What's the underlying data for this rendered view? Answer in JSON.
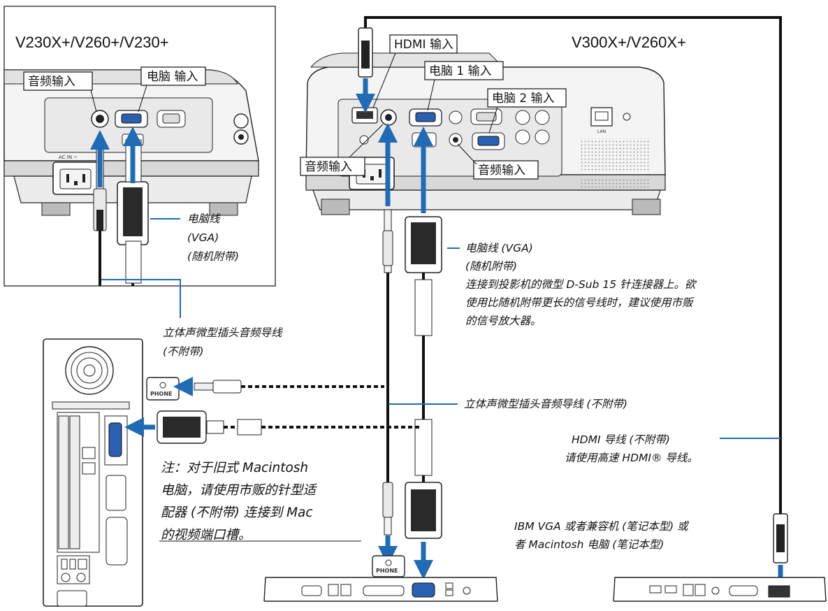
{
  "models": {
    "left": "V230X+/V260+/V230+",
    "right": "V300X+/V260X+"
  },
  "port_labels": {
    "left_audio_in": "音频输入",
    "left_computer_in": "电脑 输入",
    "hdmi_in": "HDMI 输入",
    "computer1_in": "电脑 1 输入",
    "computer2_in": "电脑 2 输入",
    "right_audio_in_1": "音频输入",
    "right_audio_in_2": "音频输入"
  },
  "panel_printed": {
    "ac_in": "AC IN ~",
    "lan": "LAN",
    "phone": "PHONE"
  },
  "callouts": {
    "left_vga_cable": [
      "电脑线",
      "(VGA)",
      "(随机附带)"
    ],
    "left_audio_cable": [
      "立体声微型插头音频导线",
      "(不附带)"
    ],
    "right_vga_cable": [
      "电脑线 (VGA)",
      "(随机附带)",
      "连接到投影机的微型 D-Sub 15 针连接器上。欲",
      "使用比随机附带更长的信号线时，建议使用市贩",
      "的信号放大器。"
    ],
    "right_audio_cable": "立体声微型插头音频导线 (不附带)",
    "hdmi_cable": [
      "HDMI 导线 (不附带)",
      "请使用高速 HDMI® 导线。"
    ],
    "laptop": [
      "IBM VGA 或者兼容机 (笔记本型) 或",
      "者 Macintosh 电脑 (笔记本型)"
    ]
  },
  "note": [
    "注：对于旧式 Macintosh",
    "电脑，请使用市贩的针型适",
    "配器 (不附带) 连接到 Mac",
    "的视频端口槽。"
  ],
  "colors": {
    "arrow": "#1f6bb5",
    "line": "#111111",
    "callout": "#1f6bb5"
  }
}
